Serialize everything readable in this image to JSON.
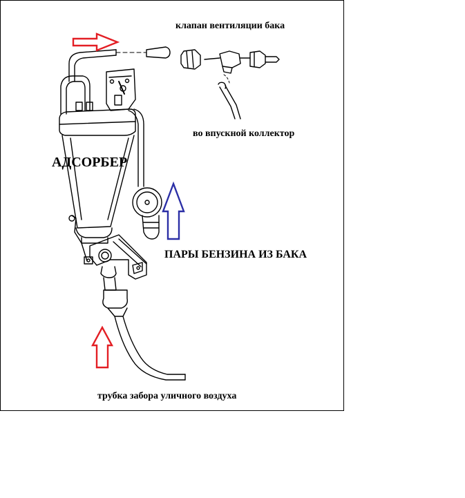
{
  "labels": {
    "valve": "клапан вентиляции бака",
    "intake": "во впускной коллектор",
    "adsorber": "АДСОРБЕР",
    "vapors": "ПАРЫ БЕНЗИНА ИЗ БАКА",
    "air": "трубка забора уличного воздуха"
  },
  "colors": {
    "red_arrow": "#e31e24",
    "blue_arrow": "#2b2fa6",
    "line": "#000000",
    "frame": "#000000",
    "background": "#ffffff"
  }
}
